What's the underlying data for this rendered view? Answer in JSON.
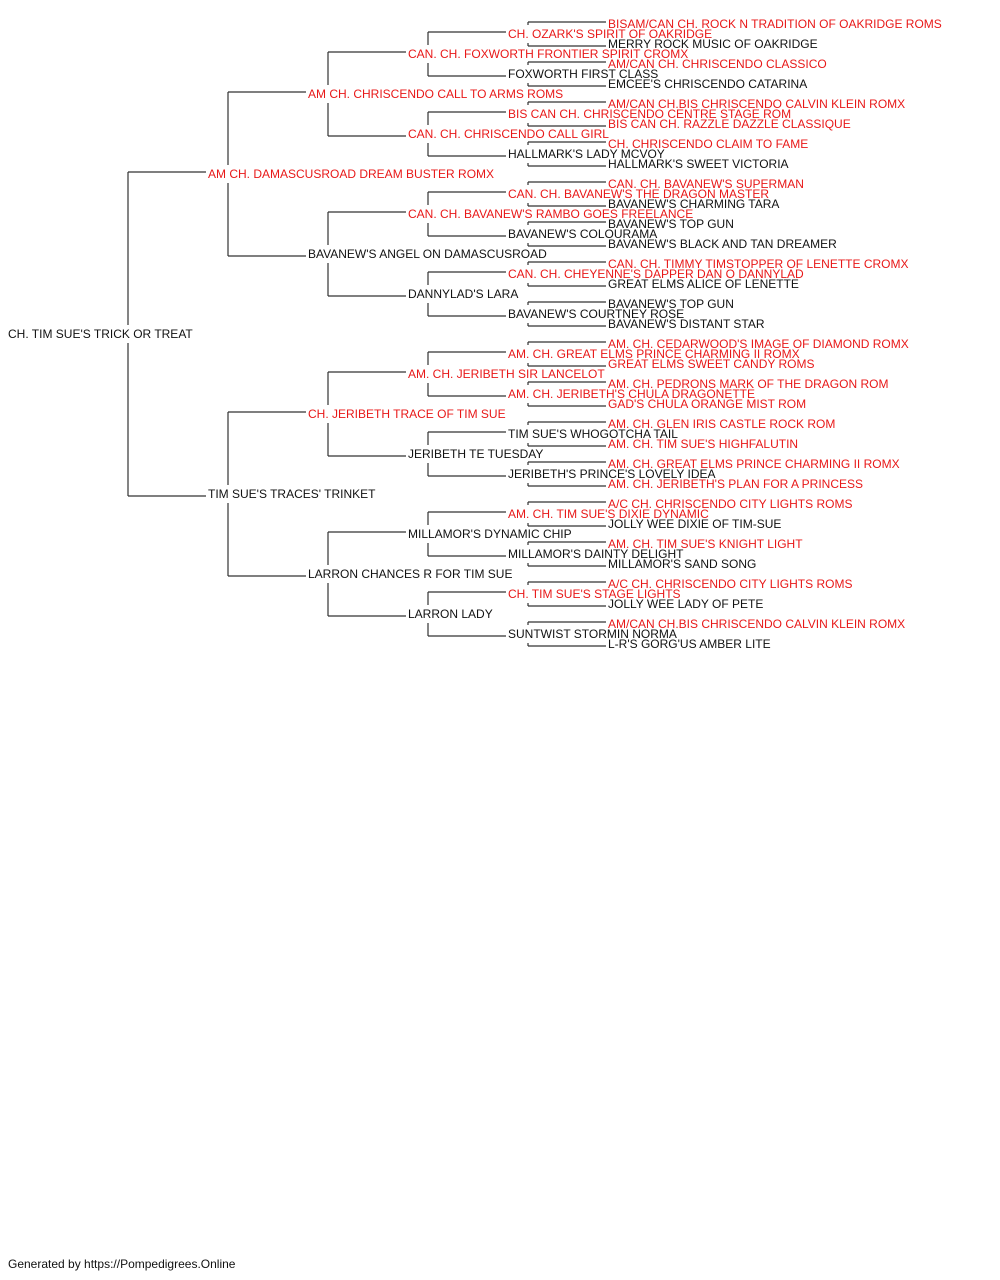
{
  "pedigree": {
    "name": "CH. TIM SUE'S TRICK OR TREAT",
    "titled": false,
    "sire": {
      "name": "AM CH. DAMASCUSROAD DREAM BUSTER ROMX",
      "titled": true,
      "sire": {
        "name": "AM CH. CHRISCENDO CALL TO ARMS ROMS",
        "titled": true,
        "sire": {
          "name": "CAN. CH. FOXWORTH FRONTIER SPIRIT CROMX",
          "titled": true,
          "sire": {
            "name": "CH. OZARK'S SPIRIT OF OAKRIDGE",
            "titled": true,
            "sire": {
              "name": "BISAM/CAN CH. ROCK N TRADITION OF OAKRIDGE ROMS",
              "titled": true
            },
            "dam": {
              "name": "MERRY ROCK MUSIC OF OAKRIDGE",
              "titled": false
            }
          },
          "dam": {
            "name": "FOXWORTH FIRST CLASS",
            "titled": false,
            "sire": {
              "name": "AM/CAN CH. CHRISCENDO CLASSICO",
              "titled": true
            },
            "dam": {
              "name": "EMCEE'S CHRISCENDO CATARINA",
              "titled": false
            }
          }
        },
        "dam": {
          "name": "CAN. CH. CHRISCENDO CALL GIRL",
          "titled": true,
          "sire": {
            "name": "BIS CAN CH. CHRISCENDO CENTRE STAGE ROM",
            "titled": true,
            "sire": {
              "name": "AM/CAN CH.BIS CHRISCENDO CALVIN KLEIN ROMX",
              "titled": true
            },
            "dam": {
              "name": "BIS CAN CH. RAZZLE DAZZLE CLASSIQUE",
              "titled": true
            }
          },
          "dam": {
            "name": "HALLMARK'S LADY MCVOY",
            "titled": false,
            "sire": {
              "name": "CH. CHRISCENDO CLAIM TO FAME",
              "titled": true
            },
            "dam": {
              "name": "HALLMARK'S SWEET VICTORIA",
              "titled": false
            }
          }
        }
      },
      "dam": {
        "name": "BAVANEW'S ANGEL ON DAMASCUSROAD",
        "titled": false,
        "sire": {
          "name": "CAN. CH. BAVANEW'S RAMBO GOES FREELANCE",
          "titled": true,
          "sire": {
            "name": "CAN. CH. BAVANEW'S THE DRAGON MASTER",
            "titled": true,
            "sire": {
              "name": "CAN. CH. BAVANEW'S SUPERMAN",
              "titled": true
            },
            "dam": {
              "name": "BAVANEW'S CHARMING TARA",
              "titled": false
            }
          },
          "dam": {
            "name": "BAVANEW'S COLOURAMA",
            "titled": false,
            "sire": {
              "name": "BAVANEW'S TOP GUN",
              "titled": false
            },
            "dam": {
              "name": "BAVANEW'S BLACK AND TAN DREAMER",
              "titled": false
            }
          }
        },
        "dam": {
          "name": "DANNYLAD'S LARA",
          "titled": false,
          "sire": {
            "name": "CAN. CH. CHEYENNE'S DAPPER DAN O DANNYLAD",
            "titled": true,
            "sire": {
              "name": "CAN. CH. TIMMY TIMSTOPPER OF LENETTE CROMX",
              "titled": true
            },
            "dam": {
              "name": "GREAT ELMS ALICE OF LENETTE",
              "titled": false
            }
          },
          "dam": {
            "name": "BAVANEW'S COURTNEY ROSE",
            "titled": false,
            "sire": {
              "name": "BAVANEW'S TOP GUN",
              "titled": false
            },
            "dam": {
              "name": "BAVANEW'S DISTANT STAR",
              "titled": false
            }
          }
        }
      }
    },
    "dam": {
      "name": "TIM SUE'S TRACES' TRINKET",
      "titled": false,
      "sire": {
        "name": "CH. JERIBETH TRACE OF TIM SUE",
        "titled": true,
        "sire": {
          "name": "AM. CH. JERIBETH SIR LANCELOT",
          "titled": true,
          "sire": {
            "name": "AM. CH. GREAT ELMS PRINCE CHARMING II ROMX",
            "titled": true,
            "sire": {
              "name": "AM. CH. CEDARWOOD'S IMAGE OF DIAMOND ROMX",
              "titled": true
            },
            "dam": {
              "name": "GREAT ELMS SWEET CANDY ROMS",
              "titled": true
            }
          },
          "dam": {
            "name": "AM. CH. JERIBETH'S CHULA DRAGONETTE",
            "titled": true,
            "sire": {
              "name": "AM. CH. PEDRONS MARK OF THE DRAGON ROM",
              "titled": true
            },
            "dam": {
              "name": "GAD'S CHULA ORANGE MIST ROM",
              "titled": true
            }
          }
        },
        "dam": {
          "name": "JERIBETH TE TUESDAY",
          "titled": false,
          "sire": {
            "name": "TIM SUE'S WHOGOTCHA TAIL",
            "titled": false,
            "sire": {
              "name": "AM. CH. GLEN IRIS CASTLE ROCK ROM",
              "titled": true
            },
            "dam": {
              "name": "AM. CH. TIM SUE'S HIGHFALUTIN",
              "titled": true
            }
          },
          "dam": {
            "name": "JERIBETH'S PRINCE'S LOVELY IDEA",
            "titled": false,
            "sire": {
              "name": "AM. CH. GREAT ELMS PRINCE CHARMING II ROMX",
              "titled": true
            },
            "dam": {
              "name": "AM. CH. JERIBETH'S PLAN FOR A PRINCESS",
              "titled": true
            }
          }
        }
      },
      "dam": {
        "name": "LARRON CHANCES R FOR TIM SUE",
        "titled": false,
        "sire": {
          "name": "MILLAMOR'S DYNAMIC CHIP",
          "titled": false,
          "sire": {
            "name": "AM. CH. TIM SUE'S DIXIE DYNAMIC",
            "titled": true,
            "sire": {
              "name": "A/C CH. CHRISCENDO CITY LIGHTS ROMS",
              "titled": true
            },
            "dam": {
              "name": "JOLLY WEE DIXIE OF TIM-SUE",
              "titled": false
            }
          },
          "dam": {
            "name": "MILLAMOR'S DAINTY DELIGHT",
            "titled": false,
            "sire": {
              "name": "AM. CH. TIM SUE'S KNIGHT LIGHT",
              "titled": true
            },
            "dam": {
              "name": "MILLAMOR'S SAND SONG",
              "titled": false
            }
          }
        },
        "dam": {
          "name": "LARRON LADY",
          "titled": false,
          "sire": {
            "name": "CH. TIM SUE'S STAGE LIGHTS",
            "titled": true,
            "sire": {
              "name": "A/C CH. CHRISCENDO CITY LIGHTS ROMS",
              "titled": true
            },
            "dam": {
              "name": "JOLLY WEE LADY OF PETE",
              "titled": false
            }
          },
          "dam": {
            "name": "SUNTWIST STORMIN NORMA",
            "titled": false,
            "sire": {
              "name": "AM/CAN CH.BIS CHRISCENDO CALVIN KLEIN ROMX",
              "titled": true
            },
            "dam": {
              "name": "L-R'S GORG'US AMBER LITE",
              "titled": false
            }
          }
        }
      }
    }
  },
  "colors": {
    "titled": "#e81818",
    "untitled": "#111111",
    "line": "#333333"
  },
  "footer": "Generated by https://Pompedigrees.Online"
}
